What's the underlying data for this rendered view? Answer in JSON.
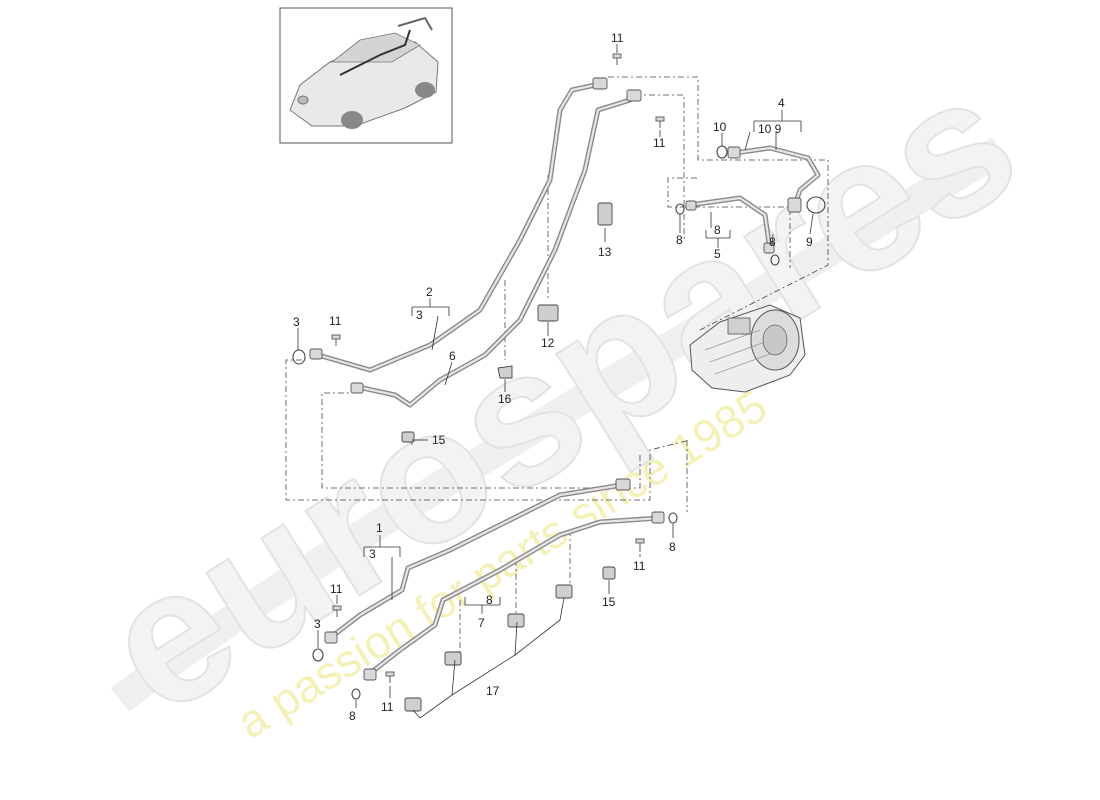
{
  "watermark": {
    "logo": "eurospares",
    "tagline": "a passion for parts since 1985"
  },
  "thumbnail": {
    "icon": "car-thumbnail-icon"
  },
  "callouts": {
    "c11_top": "11",
    "c11_b": "11",
    "c4": "4",
    "c10_9_bracket": "10 9",
    "c10": "10",
    "c13": "13",
    "c8_a": "8",
    "c8_bracket_5": "8",
    "c5": "5",
    "c8_b": "8",
    "c9": "9",
    "c2": "2",
    "c3_bracket_2": "3",
    "c3_a": "3",
    "c11_c": "11",
    "c6": "6",
    "c12": "12",
    "c16": "16",
    "c15_a": "15",
    "c1": "1",
    "c3_bracket_1": "3",
    "c8_c": "8",
    "c11_d": "11",
    "c11_e": "11",
    "c8_bracket_7": "8",
    "c7": "7",
    "c15_b": "15",
    "c3_b": "3",
    "c8_d": "8",
    "c11_f": "11",
    "c17": "17"
  },
  "colors": {
    "pipe": "#8a8a8a",
    "watermark_logo": "#f3f3f3",
    "watermark_tagline": "#f3f1b8",
    "line": "#333333"
  }
}
